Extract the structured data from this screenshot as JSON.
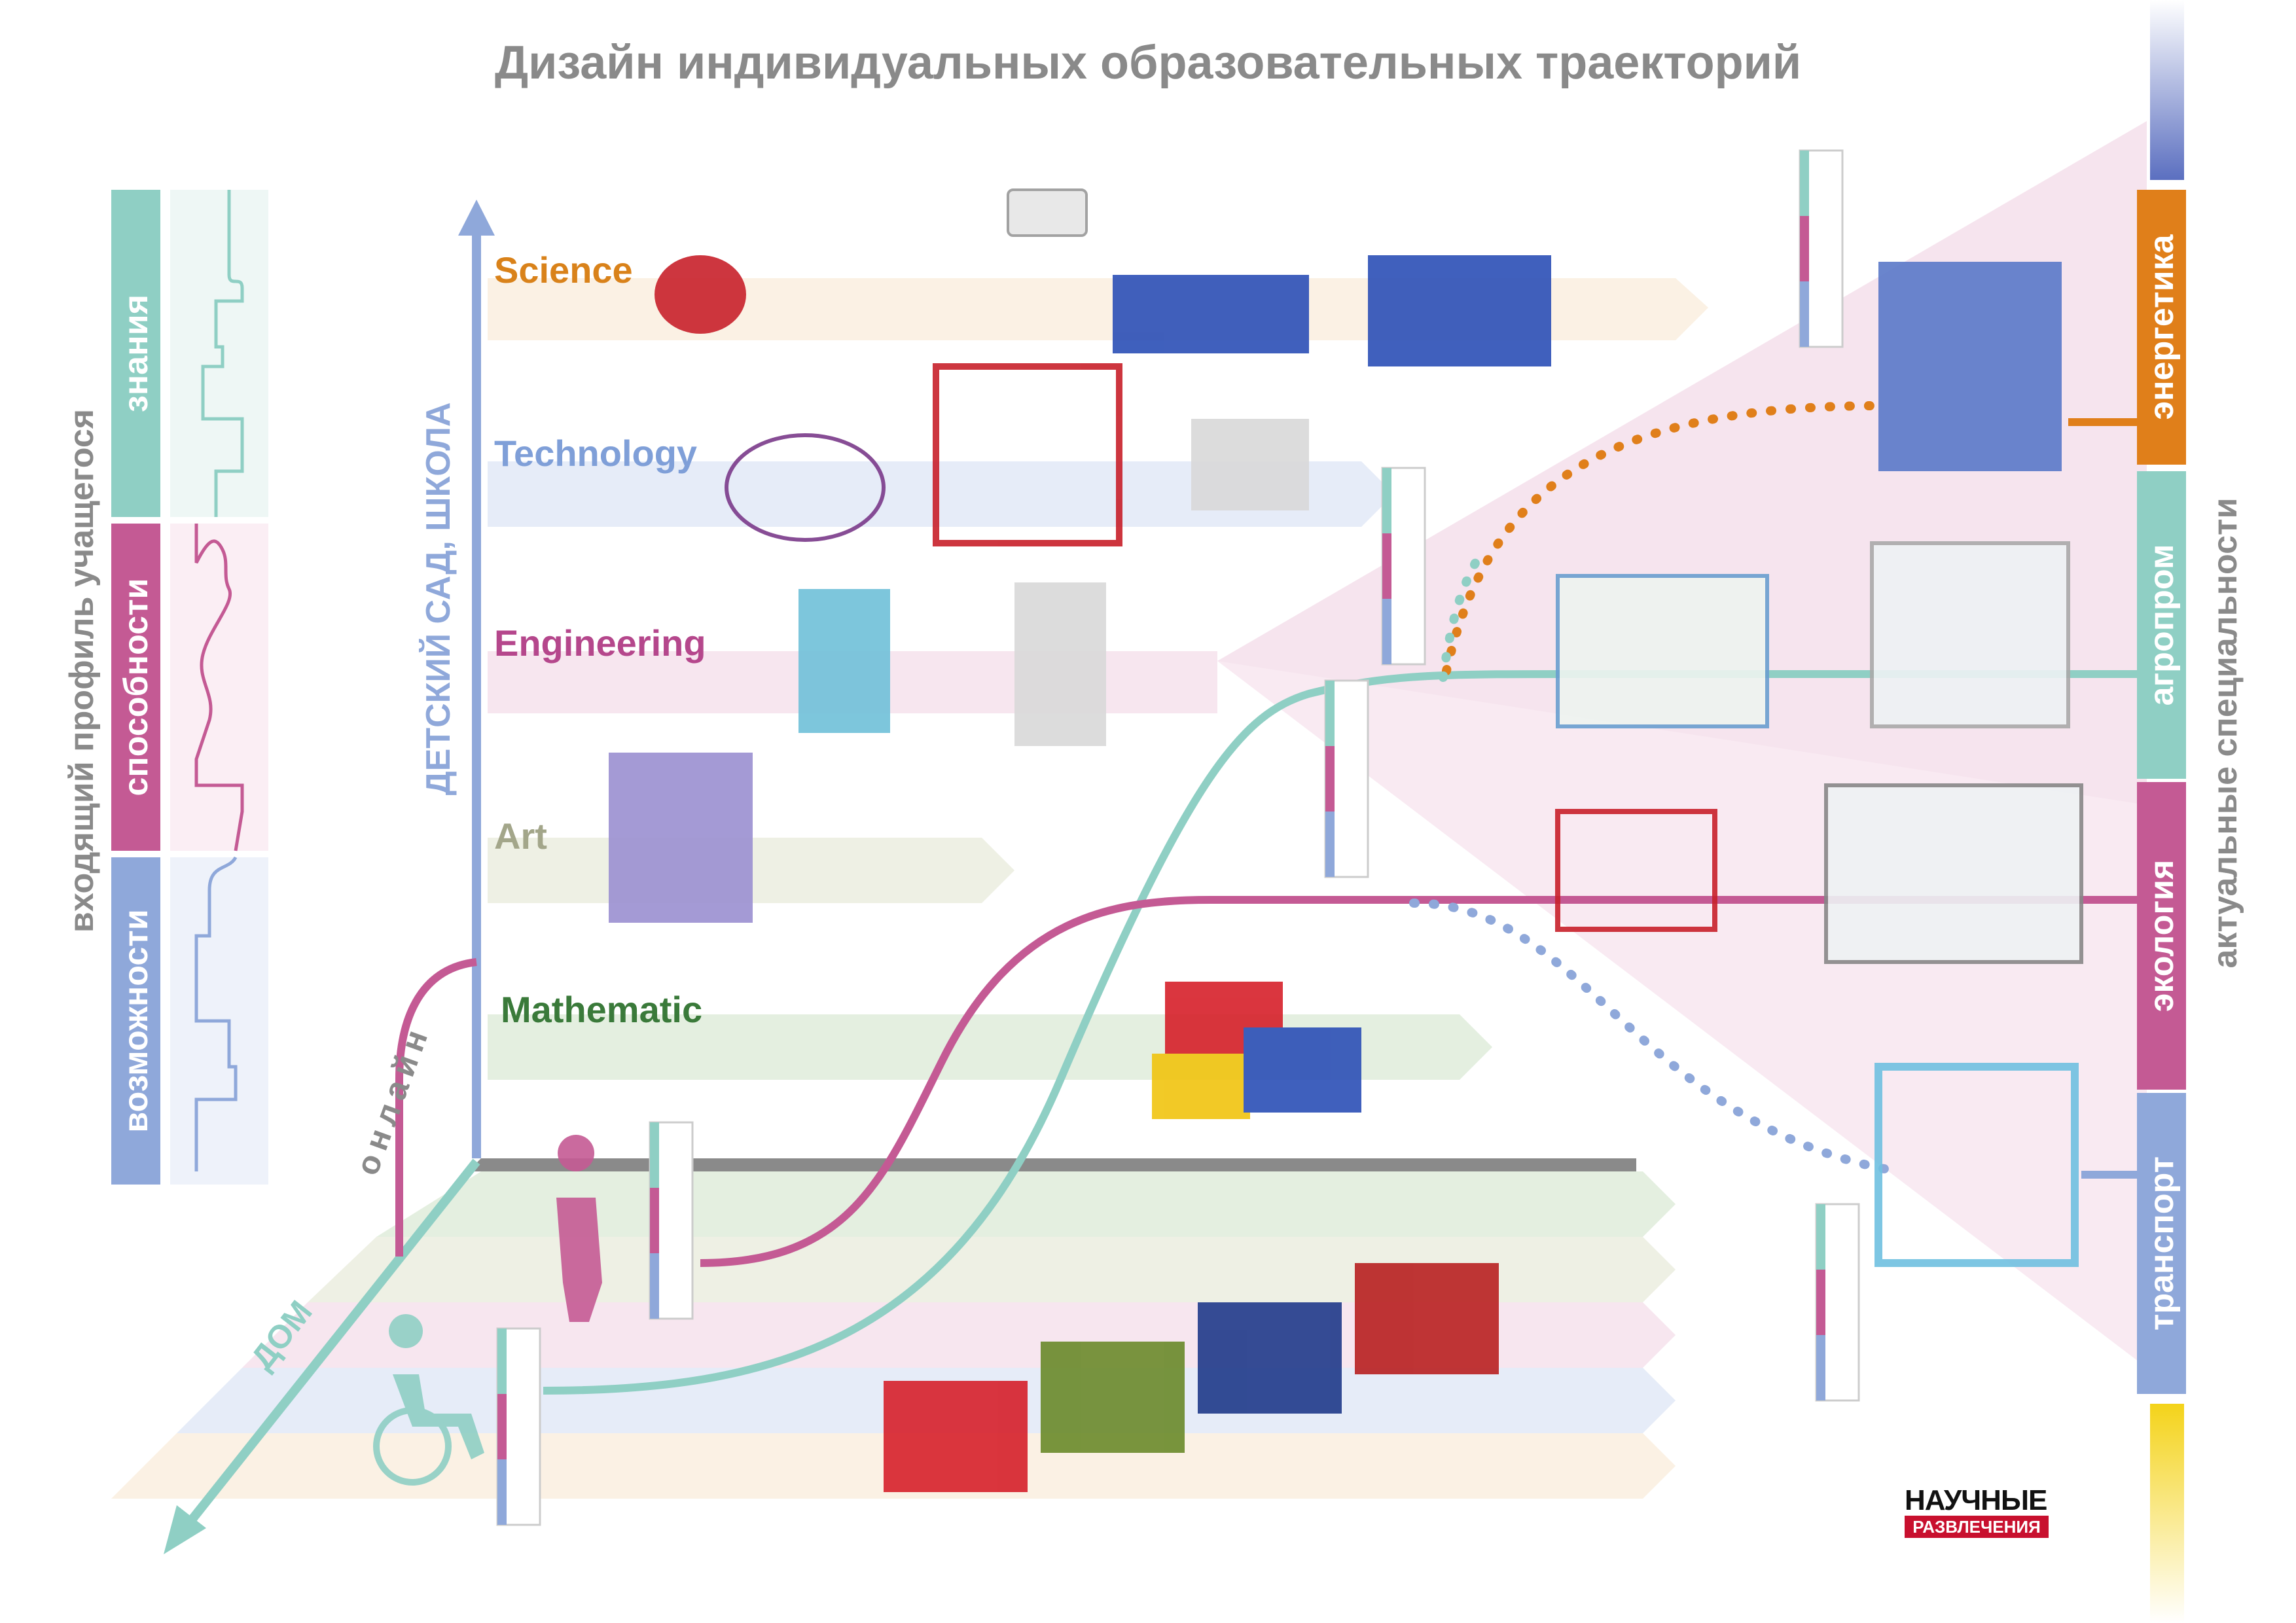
{
  "title": "Дизайн индивидуальных образовательных траекторий",
  "left_profile": {
    "caption": "входящий профиль учащегося",
    "segments": [
      {
        "label": "знания",
        "color": "#8fcfc4"
      },
      {
        "label": "способности",
        "color": "#c45a94"
      },
      {
        "label": "возможности",
        "color": "#8fa8da"
      }
    ]
  },
  "axes": {
    "vertical_label": "ДЕТСКИЙ САД, ШКОЛА",
    "diagonal_label": "ДОМ",
    "online_label": "онлайн"
  },
  "subjects": [
    {
      "label": "Science",
      "color": "#d9821a",
      "band": "#fbf1e4"
    },
    {
      "label": "Technology",
      "color": "#7f9fd8",
      "band": "#e6ecf8"
    },
    {
      "label": "Engineering",
      "color": "#b5478c",
      "band": "#f7e6ef"
    },
    {
      "label": "Art",
      "color": "#a3a68a",
      "band": "#eef0e4"
    },
    {
      "label": "Mathematic",
      "color": "#3a7a3a",
      "band": "#e4efe0"
    }
  ],
  "specialties": {
    "caption": "актуальные специальности",
    "items": [
      {
        "label": "энергетика",
        "color": "#e07f1a"
      },
      {
        "label": "агропром",
        "color": "#8fcfc4"
      },
      {
        "label": "экология",
        "color": "#c45a94"
      },
      {
        "label": "транспорт",
        "color": "#8fa8da"
      }
    ]
  },
  "colors": {
    "teal": "#8fcfc4",
    "magenta": "#c45a94",
    "blue": "#8fa8da",
    "orange": "#e07f1a",
    "gray": "#8a8a8a"
  },
  "logo": {
    "line1": "НАУЧНЫЕ",
    "line2": "РАЗВЛЕЧЕНИЯ"
  }
}
